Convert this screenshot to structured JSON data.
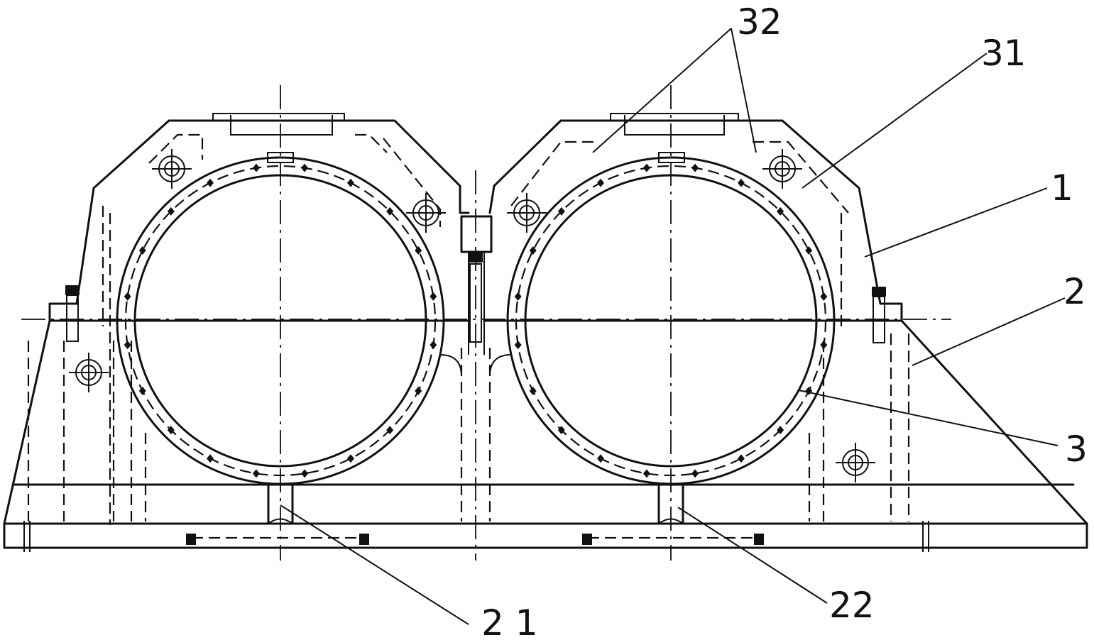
{
  "callouts": {
    "c32": "32",
    "c31": "31",
    "c1": "1",
    "c2": "2",
    "c3": "3",
    "c21": "2 1",
    "c22": "22"
  }
}
